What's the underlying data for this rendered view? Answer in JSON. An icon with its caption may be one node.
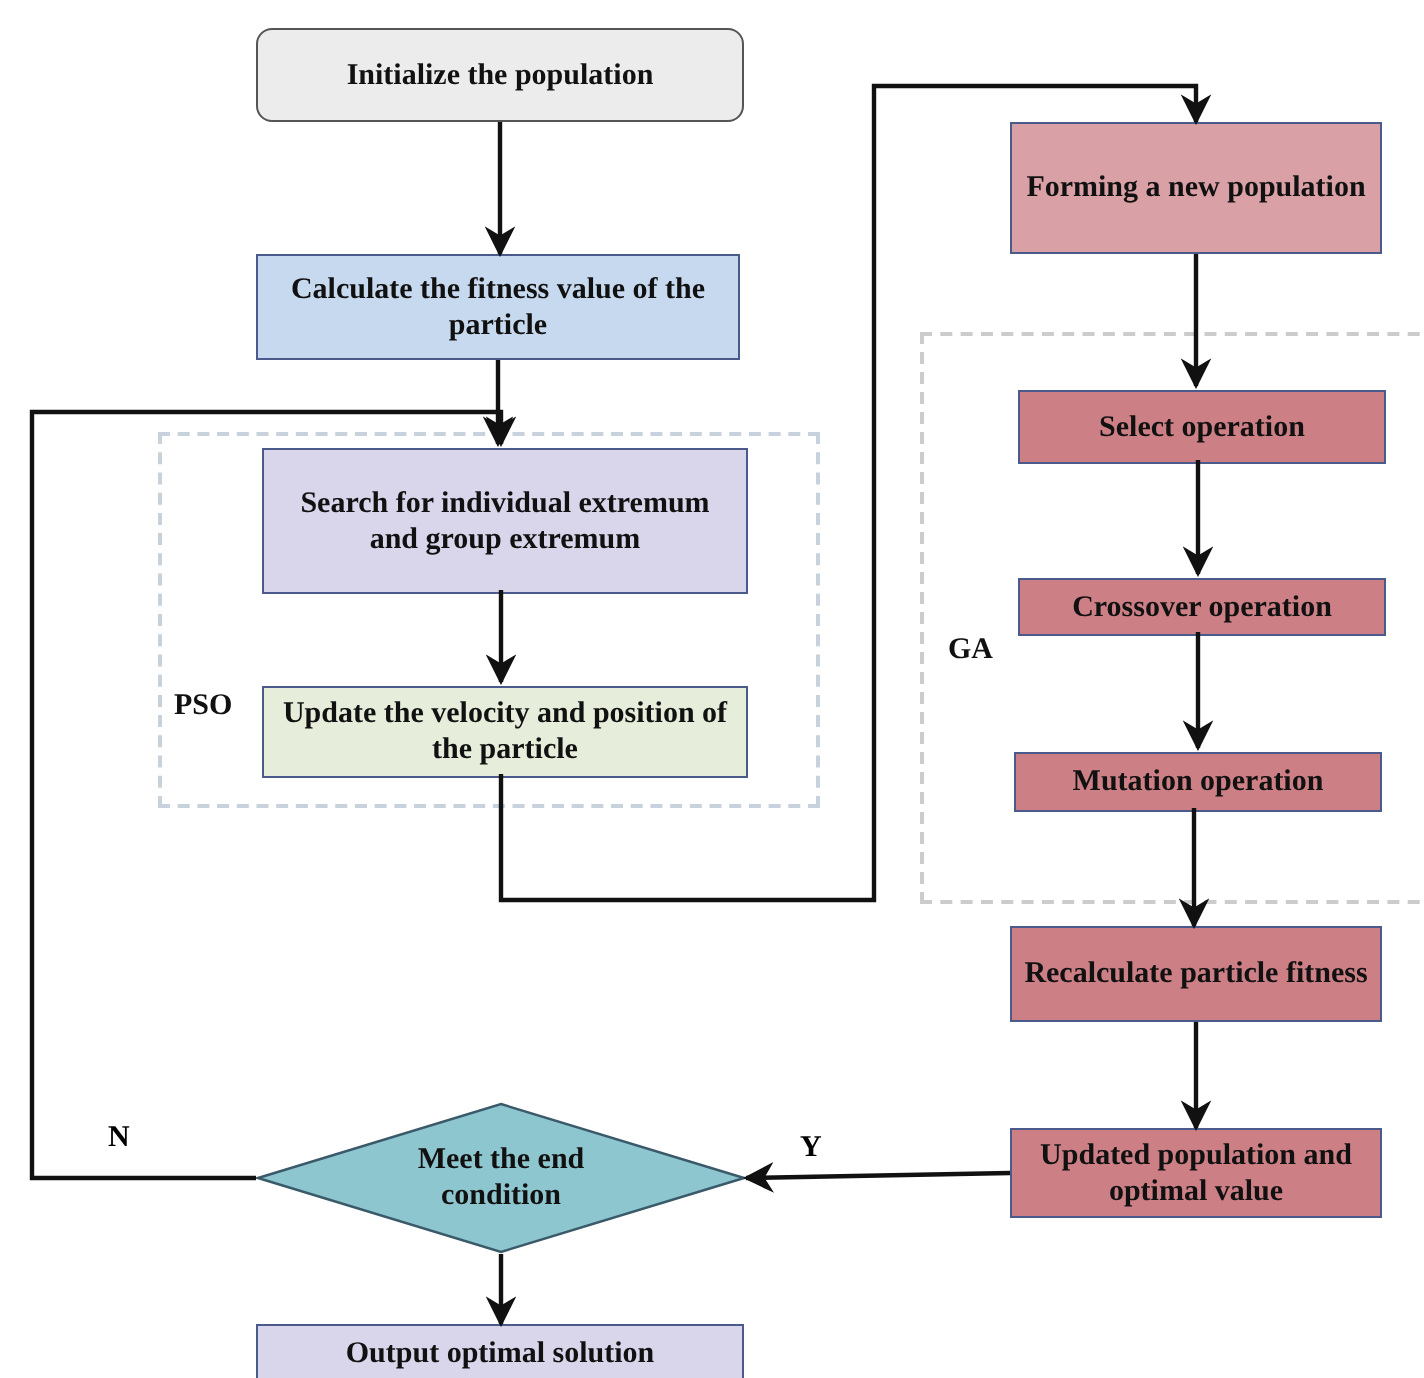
{
  "diagram": {
    "nodes": [
      {
        "text": [
          "Initialize the population"
        ]
      },
      {
        "text": [
          "Calculate the fitness value of the particle"
        ]
      },
      {
        "text": [
          "PSO"
        ]
      },
      {
        "text": [
          "Search for individual extremum and group extremum"
        ],
        "in": 2
      },
      {
        "text": [
          "Update the velocity and position of the particle"
        ],
        "in": 2
      },
      {
        "text": [
          "Forming a new population"
        ]
      },
      {
        "text": [
          "GA"
        ]
      },
      {
        "text": [
          "Select operation"
        ],
        "in": 6
      },
      {
        "text": [
          "Crossover operation"
        ],
        "in": 6
      },
      {
        "text": [
          "Mutation operation"
        ],
        "in": 6
      },
      {
        "text": [
          "Recalculate particle fitness"
        ]
      },
      {
        "text": [
          "Updated population and optimal value"
        ]
      },
      {
        "text": [
          "Meet the end condition"
        ]
      },
      {
        "text": [
          "Output optimal solution"
        ]
      }
    ],
    "edges": [
      {
        "from": 0,
        "to": 1,
        "arrow": "to"
      },
      {
        "from": 1,
        "to": 3,
        "arrow": "to"
      },
      {
        "from": 3,
        "to": 4,
        "arrow": "to"
      },
      {
        "from": 4,
        "to": 5,
        "arrow": "to"
      },
      {
        "from": 5,
        "to": 7,
        "arrow": "to"
      },
      {
        "from": 7,
        "to": 8,
        "arrow": "to"
      },
      {
        "from": 8,
        "to": 9,
        "arrow": "to"
      },
      {
        "from": 9,
        "to": 10,
        "arrow": "to"
      },
      {
        "from": 10,
        "to": 11,
        "arrow": "to"
      },
      {
        "from": 11,
        "to": 12,
        "arrow": "to",
        "label": "Y"
      },
      {
        "from": 12,
        "to": 13,
        "arrow": "to"
      },
      {
        "from": 12,
        "to": 3,
        "arrow": "to",
        "label": "N"
      }
    ]
  }
}
